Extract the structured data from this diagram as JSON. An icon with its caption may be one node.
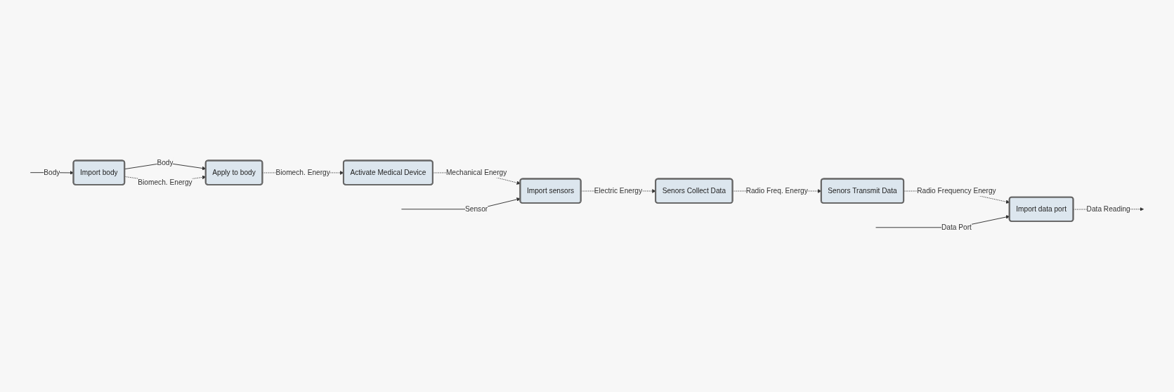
{
  "diagram": {
    "nodes": [
      {
        "text": [
          "Import body"
        ]
      },
      {
        "text": [
          "Apply to body"
        ]
      },
      {
        "text": [
          "Activate Medical Device"
        ]
      },
      {
        "text": [
          "Import sensors"
        ]
      },
      {
        "text": [
          "Senors Collect Data"
        ]
      },
      {
        "text": [
          "Senors Transmit Data"
        ]
      },
      {
        "text": [
          "Import data port"
        ]
      }
    ],
    "edges": [
      {
        "from": null,
        "to": 0,
        "arrow": "to",
        "label": "Body"
      },
      {
        "from": 0,
        "to": 1,
        "arrow": "to",
        "label": "Body"
      },
      {
        "from": 0,
        "to": 1,
        "arrow": "to",
        "label": "Biomech. Energy",
        "style": "dashed"
      },
      {
        "from": 1,
        "to": 2,
        "arrow": "to",
        "label": "Biomech. Energy",
        "style": "dashed"
      },
      {
        "from": 2,
        "to": 3,
        "arrow": "to",
        "label": "Mechanical Energy",
        "style": "dashed"
      },
      {
        "from": null,
        "to": 3,
        "arrow": "to",
        "label": "Sensor"
      },
      {
        "from": 3,
        "to": 4,
        "arrow": "to",
        "label": "Electric Energy",
        "style": "dashed"
      },
      {
        "from": 4,
        "to": 5,
        "arrow": "to",
        "label": "Radio Freq. Energy",
        "style": "dashed"
      },
      {
        "from": 5,
        "to": 6,
        "arrow": "to",
        "label": "Radio Frequency Energy",
        "style": "dashed"
      },
      {
        "from": null,
        "to": 6,
        "arrow": "to",
        "label": "Data Port"
      },
      {
        "from": 6,
        "to": null,
        "arrow": "to",
        "label": "Data Reading",
        "style": "dashed"
      }
    ]
  }
}
